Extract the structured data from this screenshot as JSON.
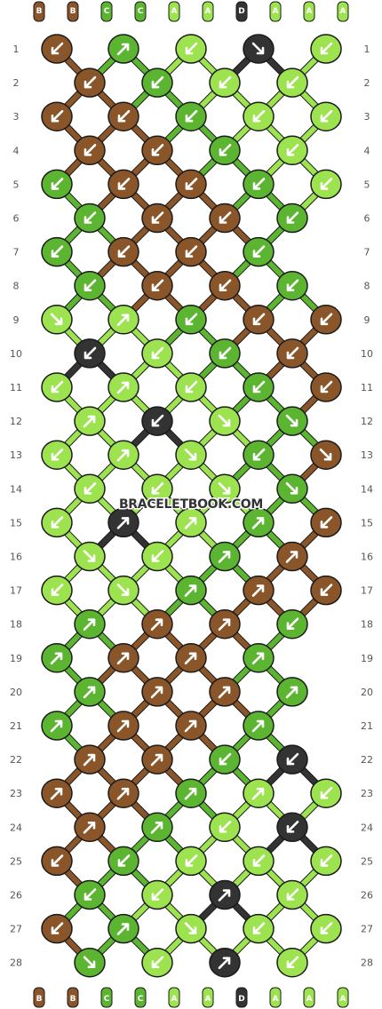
{
  "site": {
    "watermark": "BRACELETBOOK.COM"
  },
  "colors": {
    "B": "#8a5528",
    "C": "#5cb531",
    "A": "#9ce34f",
    "D": "#333333"
  },
  "strands": {
    "top": [
      "B",
      "B",
      "C",
      "C",
      "A",
      "A",
      "D",
      "A",
      "A",
      "A"
    ],
    "bottom": [
      "B",
      "B",
      "C",
      "C",
      "A",
      "A",
      "D",
      "A",
      "A",
      "A"
    ]
  },
  "rows": [
    "1",
    "2",
    "3",
    "4",
    "5",
    "6",
    "7",
    "8",
    "9",
    "10",
    "11",
    "12",
    "13",
    "14",
    "15",
    "16",
    "17",
    "18",
    "19",
    "20",
    "21",
    "22",
    "23",
    "24",
    "25",
    "26",
    "27",
    "28"
  ],
  "knots": [
    [
      {
        "c": "B",
        "a": "sw"
      },
      {
        "c": "C",
        "a": "ne"
      },
      {
        "c": "A",
        "a": "sw"
      },
      {
        "c": "D",
        "a": "se"
      },
      {
        "c": "A",
        "a": "sw"
      }
    ],
    [
      {
        "c": "B",
        "a": "sw"
      },
      {
        "c": "C",
        "a": "sw"
      },
      {
        "c": "A",
        "a": "sw"
      },
      {
        "c": "A",
        "a": "sw"
      }
    ],
    [
      {
        "c": "B",
        "a": "sw"
      },
      {
        "c": "B",
        "a": "sw"
      },
      {
        "c": "C",
        "a": "sw"
      },
      {
        "c": "A",
        "a": "sw"
      },
      {
        "c": "A",
        "a": "sw"
      }
    ],
    [
      {
        "c": "B",
        "a": "sw"
      },
      {
        "c": "B",
        "a": "sw"
      },
      {
        "c": "C",
        "a": "sw"
      },
      {
        "c": "A",
        "a": "sw"
      }
    ],
    [
      {
        "c": "C",
        "a": "sw"
      },
      {
        "c": "B",
        "a": "sw"
      },
      {
        "c": "B",
        "a": "sw"
      },
      {
        "c": "C",
        "a": "sw"
      },
      {
        "c": "A",
        "a": "sw"
      }
    ],
    [
      {
        "c": "C",
        "a": "sw"
      },
      {
        "c": "B",
        "a": "sw"
      },
      {
        "c": "B",
        "a": "sw"
      },
      {
        "c": "C",
        "a": "sw"
      }
    ],
    [
      {
        "c": "C",
        "a": "sw"
      },
      {
        "c": "B",
        "a": "sw"
      },
      {
        "c": "B",
        "a": "sw"
      },
      {
        "c": "C",
        "a": "sw"
      }
    ],
    [
      {
        "c": "C",
        "a": "sw"
      },
      {
        "c": "B",
        "a": "sw"
      },
      {
        "c": "B",
        "a": "sw"
      },
      {
        "c": "C",
        "a": "sw"
      }
    ],
    [
      {
        "c": "A",
        "a": "se"
      },
      {
        "c": "A",
        "a": "ne"
      },
      {
        "c": "C",
        "a": "sw"
      },
      {
        "c": "B",
        "a": "sw"
      },
      {
        "c": "B",
        "a": "sw"
      }
    ],
    [
      {
        "c": "D",
        "a": "sw"
      },
      {
        "c": "A",
        "a": "sw"
      },
      {
        "c": "C",
        "a": "sw"
      },
      {
        "c": "B",
        "a": "sw"
      }
    ],
    [
      {
        "c": "A",
        "a": "sw"
      },
      {
        "c": "A",
        "a": "ne"
      },
      {
        "c": "A",
        "a": "sw"
      },
      {
        "c": "C",
        "a": "sw"
      },
      {
        "c": "B",
        "a": "sw"
      }
    ],
    [
      {
        "c": "A",
        "a": "ne"
      },
      {
        "c": "D",
        "a": "sw"
      },
      {
        "c": "A",
        "a": "se"
      },
      {
        "c": "C",
        "a": "se"
      }
    ],
    [
      {
        "c": "A",
        "a": "sw"
      },
      {
        "c": "A",
        "a": "ne"
      },
      {
        "c": "A",
        "a": "se"
      },
      {
        "c": "C",
        "a": "sw"
      },
      {
        "c": "B",
        "a": "se"
      }
    ],
    [
      {
        "c": "A",
        "a": "sw"
      },
      {
        "c": "A",
        "a": "sw"
      },
      {
        "c": "A",
        "a": "se"
      },
      {
        "c": "C",
        "a": "se"
      }
    ],
    [
      {
        "c": "A",
        "a": "sw"
      },
      {
        "c": "D",
        "a": "ne"
      },
      {
        "c": "A",
        "a": "ne"
      },
      {
        "c": "C",
        "a": "ne"
      },
      {
        "c": "B",
        "a": "sw"
      }
    ],
    [
      {
        "c": "A",
        "a": "se"
      },
      {
        "c": "A",
        "a": "sw"
      },
      {
        "c": "C",
        "a": "ne"
      },
      {
        "c": "B",
        "a": "ne"
      }
    ],
    [
      {
        "c": "A",
        "a": "sw"
      },
      {
        "c": "A",
        "a": "se"
      },
      {
        "c": "C",
        "a": "ne"
      },
      {
        "c": "B",
        "a": "ne"
      },
      {
        "c": "B",
        "a": "sw"
      }
    ],
    [
      {
        "c": "C",
        "a": "ne"
      },
      {
        "c": "B",
        "a": "ne"
      },
      {
        "c": "B",
        "a": "ne"
      },
      {
        "c": "C",
        "a": "sw"
      }
    ],
    [
      {
        "c": "C",
        "a": "ne"
      },
      {
        "c": "B",
        "a": "ne"
      },
      {
        "c": "B",
        "a": "ne"
      },
      {
        "c": "C",
        "a": "ne"
      }
    ],
    [
      {
        "c": "C",
        "a": "ne"
      },
      {
        "c": "B",
        "a": "ne"
      },
      {
        "c": "B",
        "a": "ne"
      },
      {
        "c": "C",
        "a": "ne"
      }
    ],
    [
      {
        "c": "C",
        "a": "ne"
      },
      {
        "c": "B",
        "a": "ne"
      },
      {
        "c": "B",
        "a": "ne"
      },
      {
        "c": "C",
        "a": "ne"
      }
    ],
    [
      {
        "c": "B",
        "a": "ne"
      },
      {
        "c": "B",
        "a": "ne"
      },
      {
        "c": "C",
        "a": "sw"
      },
      {
        "c": "D",
        "a": "sw"
      }
    ],
    [
      {
        "c": "B",
        "a": "ne"
      },
      {
        "c": "B",
        "a": "ne"
      },
      {
        "c": "C",
        "a": "ne"
      },
      {
        "c": "A",
        "a": "ne"
      },
      {
        "c": "A",
        "a": "sw"
      }
    ],
    [
      {
        "c": "B",
        "a": "ne"
      },
      {
        "c": "C",
        "a": "ne"
      },
      {
        "c": "A",
        "a": "sw"
      },
      {
        "c": "D",
        "a": "sw"
      }
    ],
    [
      {
        "c": "B",
        "a": "sw"
      },
      {
        "c": "C",
        "a": "sw"
      },
      {
        "c": "A",
        "a": "sw"
      },
      {
        "c": "A",
        "a": "sw"
      },
      {
        "c": "A",
        "a": "sw"
      }
    ],
    [
      {
        "c": "C",
        "a": "sw"
      },
      {
        "c": "A",
        "a": "sw"
      },
      {
        "c": "D",
        "a": "ne"
      },
      {
        "c": "A",
        "a": "sw"
      }
    ],
    [
      {
        "c": "B",
        "a": "sw"
      },
      {
        "c": "C",
        "a": "ne"
      },
      {
        "c": "A",
        "a": "se"
      },
      {
        "c": "A",
        "a": "sw"
      },
      {
        "c": "A",
        "a": "sw"
      }
    ],
    [
      {
        "c": "C",
        "a": "se"
      },
      {
        "c": "A",
        "a": "sw"
      },
      {
        "c": "D",
        "a": "ne"
      },
      {
        "c": "A",
        "a": "sw"
      }
    ]
  ]
}
